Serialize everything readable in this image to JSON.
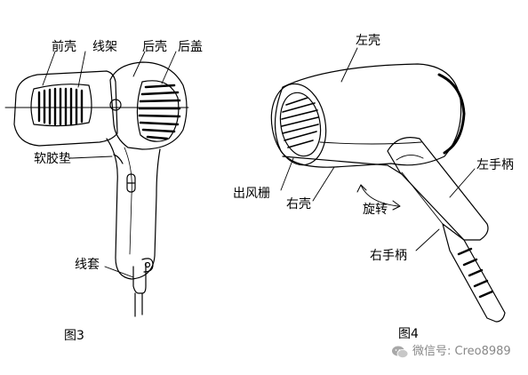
{
  "figure3": {
    "caption": "图3",
    "labels": {
      "front_shell": "前壳",
      "wire_frame": "线架",
      "rear_shell": "后壳",
      "rear_cover": "后盖",
      "soft_pad": "软胶垫",
      "wire_sleeve": "线套"
    }
  },
  "figure4": {
    "caption": "图4",
    "labels": {
      "left_shell": "左壳",
      "outlet_grille": "出风栅",
      "right_shell": "右壳",
      "rotate": "旋转",
      "left_handle": "左手柄",
      "right_handle": "右手柄"
    }
  },
  "watermark": {
    "text": "微信号: Creo8989",
    "icon": "wechat-icon"
  }
}
